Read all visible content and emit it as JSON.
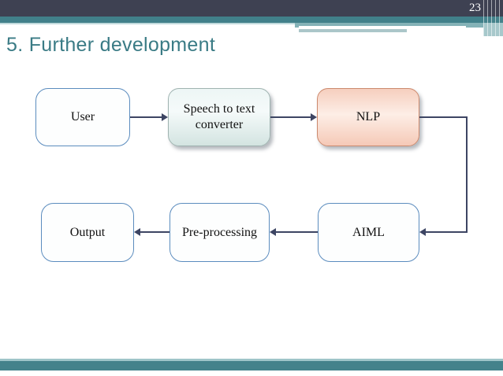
{
  "slide": {
    "page_number": "23",
    "title": "5. Further development"
  },
  "theme": {
    "header_dark": "#3E4152",
    "teal_accent": "#41808A",
    "teal_pale": "#BFD9DB",
    "footer_teal": "#44828B",
    "title_color": "#3A7B85",
    "node_border_blue": "#5B8CBE",
    "connector_color": "#3D4563",
    "speech_box_fill_top": "#EDF6F5",
    "speech_box_fill_bottom": "#D3E4E1",
    "speech_box_border": "#9FB3B0",
    "nlp_box_fill_light": "#FDEEE6",
    "nlp_box_fill_dark": "#F5C9B7",
    "nlp_box_border": "#CC8A6E",
    "node_text_color": "#111111"
  },
  "diagram": {
    "nodes": [
      {
        "id": "user",
        "label": "User"
      },
      {
        "id": "speech-to-text",
        "label": "Speech to text converter"
      },
      {
        "id": "nlp",
        "label": "NLP"
      },
      {
        "id": "aiml",
        "label": "AIML"
      },
      {
        "id": "pre-processing",
        "label": "Pre-processing"
      },
      {
        "id": "output",
        "label": "Output"
      }
    ],
    "edges": [
      {
        "from": "user",
        "to": "speech-to-text"
      },
      {
        "from": "speech-to-text",
        "to": "nlp"
      },
      {
        "from": "nlp",
        "to": "aiml"
      },
      {
        "from": "aiml",
        "to": "pre-processing"
      },
      {
        "from": "pre-processing",
        "to": "output"
      }
    ]
  }
}
